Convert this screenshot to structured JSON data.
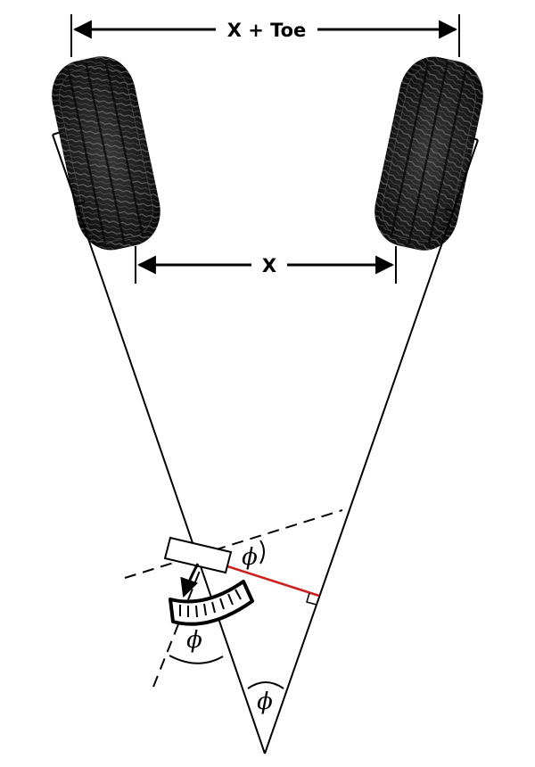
{
  "labels": {
    "top_dimension": "X + Toe",
    "bottom_dimension": "X",
    "angle_symbol": "ϕ"
  },
  "colors": {
    "ink": "#000000",
    "tire_dark": "#141414",
    "tire_mid": "#2b2b2b",
    "tread_highlight": "#8a8a8a",
    "perpendicular_line": "#cc2020"
  }
}
